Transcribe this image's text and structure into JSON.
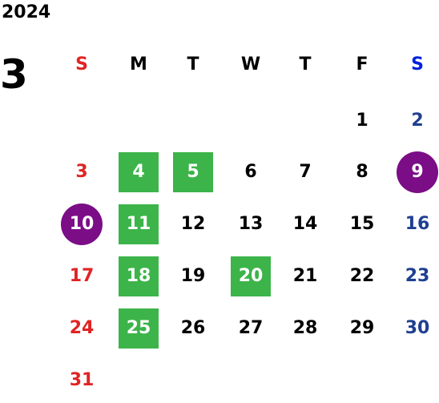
{
  "calendar": {
    "year": "2024",
    "month": "3",
    "weekdays": [
      "S",
      "M",
      "T",
      "W",
      "T",
      "F",
      "S"
    ],
    "weeks": [
      [
        "",
        "",
        "",
        "",
        "",
        "1",
        "2"
      ],
      [
        "3",
        "4",
        "5",
        "6",
        "7",
        "8",
        "9"
      ],
      [
        "10",
        "11",
        "12",
        "13",
        "14",
        "15",
        "16"
      ],
      [
        "17",
        "18",
        "19",
        "20",
        "21",
        "22",
        "23"
      ],
      [
        "24",
        "25",
        "26",
        "27",
        "28",
        "29",
        "30"
      ],
      [
        "31",
        "",
        "",
        "",
        "",
        "",
        ""
      ]
    ],
    "highlight_green": [
      "4",
      "5",
      "11",
      "18",
      "20",
      "25"
    ],
    "highlight_purple": [
      "9",
      "10"
    ]
  },
  "colors": {
    "sunday": "#e02424",
    "saturday_header": "#0020e0",
    "saturday_day": "#1f3f90",
    "green": "#3cb44a",
    "purple": "#7b0d86"
  }
}
